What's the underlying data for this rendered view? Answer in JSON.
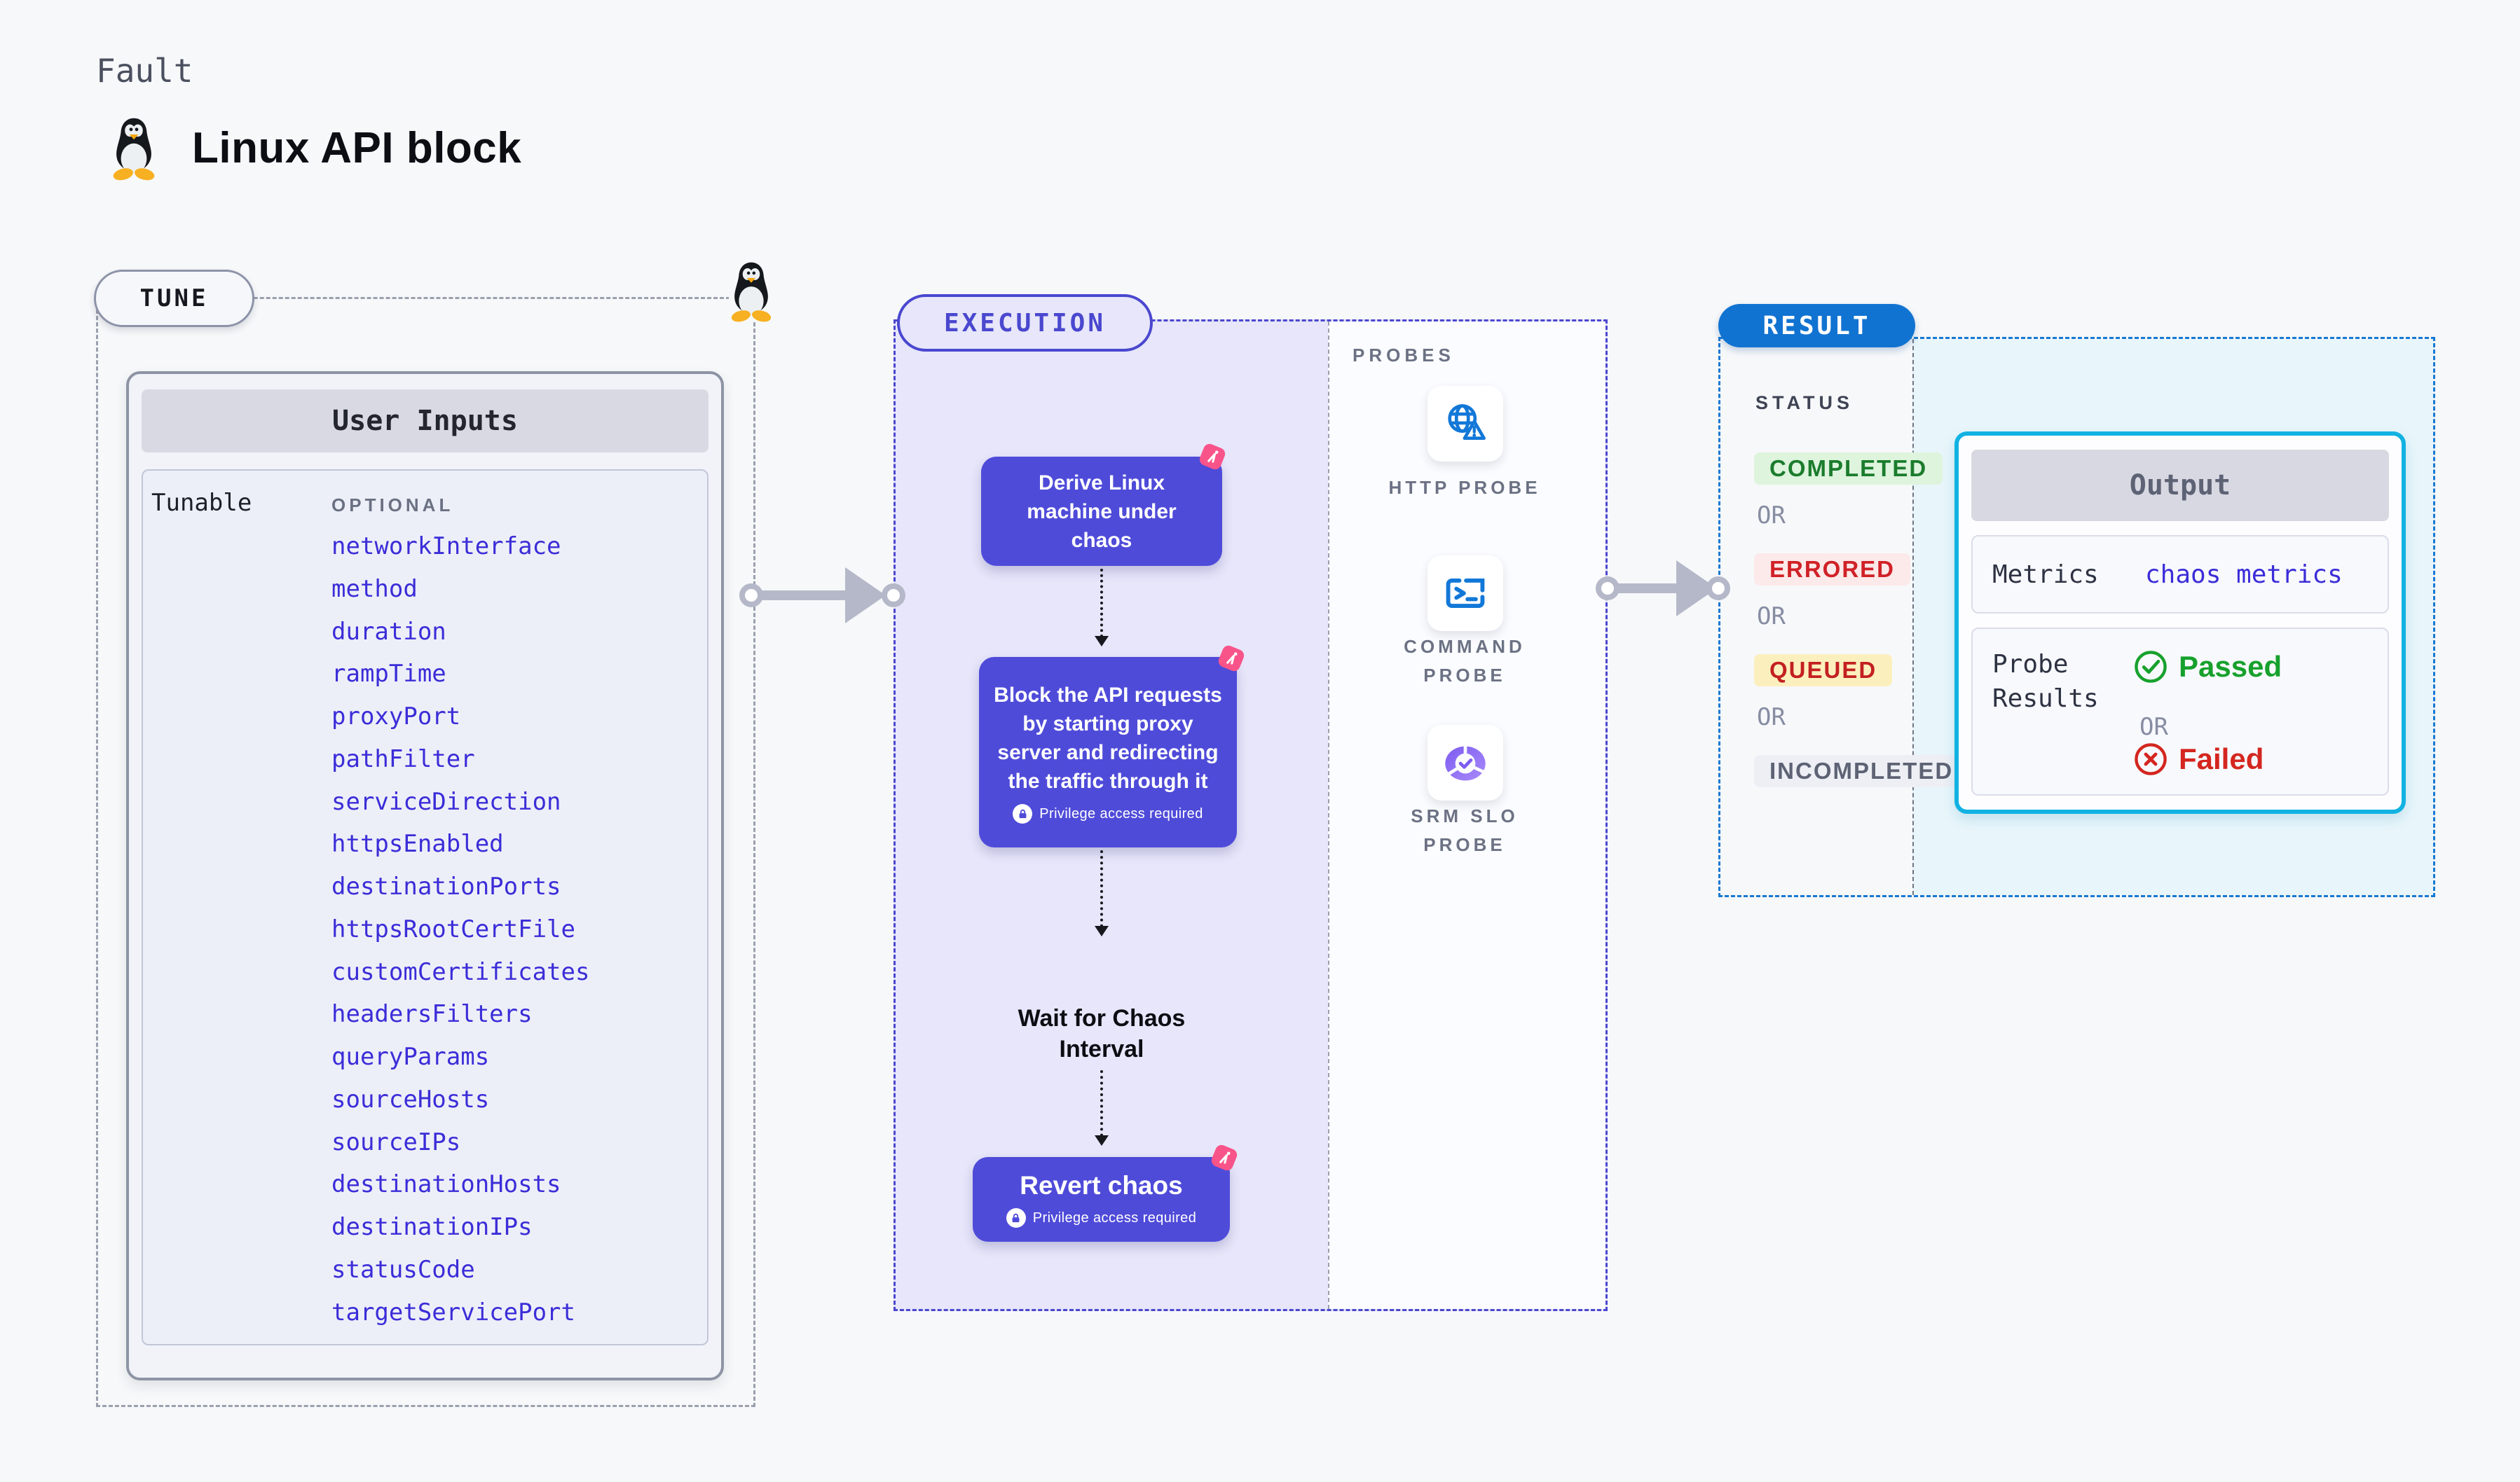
{
  "page": {
    "eyebrow": "Fault",
    "title": "Linux API block",
    "icon": "tux-icon"
  },
  "tune": {
    "pill_label": "TUNE",
    "table_title": "User Inputs",
    "row_label": "Tunable",
    "row_tag": "OPTIONAL",
    "params": [
      "networkInterface",
      "method",
      "duration",
      "rampTime",
      "proxyPort",
      "pathFilter",
      "serviceDirection",
      "httpsEnabled",
      "destinationPorts",
      "httpsRootCertFile",
      "customCertificates",
      "headersFilters",
      "queryParams",
      "sourceHosts",
      "sourceIPs",
      "destinationHosts",
      "destinationIPs",
      "statusCode",
      "targetServicePort"
    ]
  },
  "execution": {
    "pill_label": "EXECUTION",
    "privilege_label": "Privilege access required",
    "steps": [
      {
        "text": "Derive Linux machine under chaos",
        "privilege": false
      },
      {
        "text": "Block the API requests by starting proxy server and redirecting the traffic through it",
        "privilege": true
      },
      {
        "text": "Wait for Chaos Interval",
        "privilege": false
      },
      {
        "text": "Revert chaos",
        "privilege": true
      }
    ]
  },
  "probes": {
    "section_label": "PROBES",
    "items": [
      {
        "label": "HTTP PROBE",
        "icon": "globe-warning-icon"
      },
      {
        "label": "COMMAND PROBE",
        "icon": "terminal-icon"
      },
      {
        "label": "SRM SLO PROBE",
        "icon": "donut-check-icon"
      }
    ]
  },
  "result": {
    "pill_label": "RESULT",
    "status_label": "STATUS",
    "or_label": "OR",
    "statuses": [
      {
        "label": "COMPLETED",
        "text_color": "#1b7c2d",
        "bg_color": "#def4dd"
      },
      {
        "label": "ERRORED",
        "text_color": "#d02127",
        "bg_color": "#fce9e9"
      },
      {
        "label": "QUEUED",
        "text_color": "#c32020",
        "bg_color": "#fcefbe"
      },
      {
        "label": "INCOMPLETED",
        "text_color": "#5d6374",
        "bg_color": "#edeff5"
      }
    ],
    "output": {
      "title": "Output",
      "metrics_label": "Metrics",
      "metrics_value": "chaos metrics",
      "probe_results_label": "Probe Results",
      "passed_label": "Passed",
      "failed_label": "Failed",
      "or_label": "OR"
    }
  },
  "colors": {
    "page_bg": "#f7f8fa",
    "indigo": "#4a47cf",
    "node_fill": "#4f4bd9",
    "param_blue": "#3b2dd8",
    "chaos_pink": "#f9548a",
    "result_blue": "#1173d1",
    "cyan_border": "#12b2e2",
    "cyan_bg": "#e8f6fb",
    "passed_green": "#17a12c",
    "failed_red": "#d4261f",
    "probe_icon_blue": "#1278d8",
    "srm_purple": "#8b5cf6"
  }
}
